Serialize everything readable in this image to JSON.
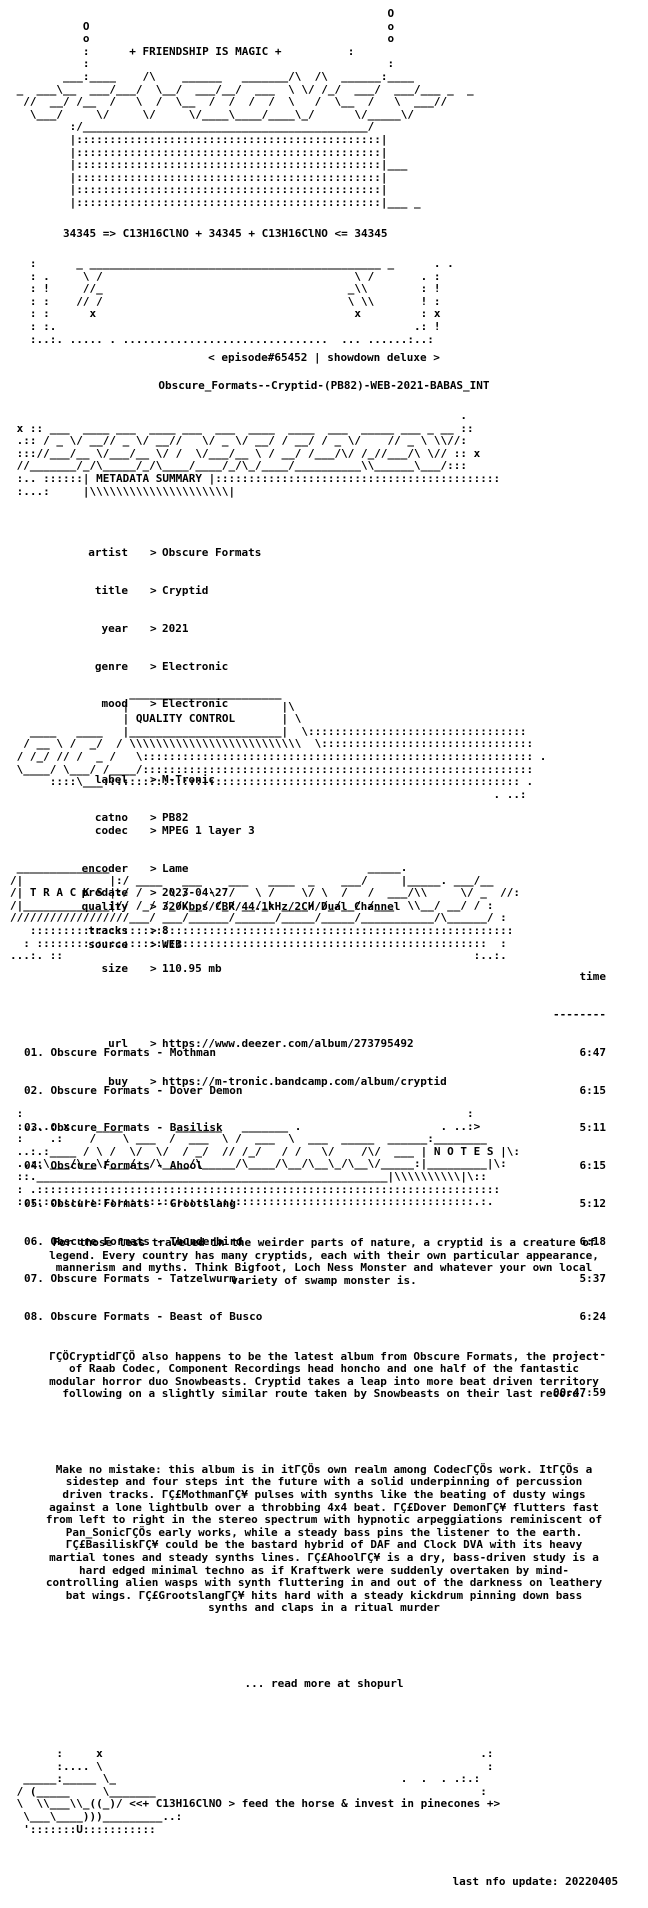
{
  "header": {
    "tagline": "+ FRIENDSHIP IS MAGIC +",
    "formula": "34345 => C13H16ClNO + 34345 + C13H16ClNO <= 34345"
  },
  "episode": "< episode#65452 | showdown deluxe >",
  "release_name": "Obscure_Formats--Cryptid-(PB82)-WEB-2021-BABAS_INT",
  "sections": {
    "metadata": "METADATA SUMMARY",
    "quality": "QUALITY CONTROL",
    "tracks": "T R A C K S",
    "notes": "N O T E S"
  },
  "metadata": {
    "artist": "Obscure Formats",
    "title": "Cryptid",
    "year": "2021",
    "genre": "Electronic",
    "mood": "Electronic",
    "label": "M-Tronic",
    "catno": "PB82",
    "predate": "2023-04-27",
    "tracks": "8",
    "size": "110.95 mb",
    "url": "https://www.deezer.com/album/273795492",
    "buy": "https://m-tronic.bandcamp.com/album/cryptid"
  },
  "quality": {
    "codec": "MPEG 1 layer 3",
    "encoder": "Lame",
    "quality": "320Kbps/CBR/44.1kHz/2CH/Dual Channel",
    "source": "WEB"
  },
  "tracklist": {
    "time_header": "time",
    "items": [
      {
        "name": "01. Obscure Formats - Mothman",
        "time": "6:47"
      },
      {
        "name": "02. Obscure Formats - Dover Demon",
        "time": "6:15"
      },
      {
        "name": "03. Obscure Formats - Basilisk",
        "time": "5:11"
      },
      {
        "name": "04. Obscure Formats - Ahool",
        "time": "6:15"
      },
      {
        "name": "05. Obscure Formats - Grootslang",
        "time": "5:12"
      },
      {
        "name": "06. Obscure Formats - Thunderbird",
        "time": "6:18"
      },
      {
        "name": "07. Obscure Formats - Tatzelwurm",
        "time": "5:37"
      },
      {
        "name": "08. Obscure Formats - Beast of Busco",
        "time": "6:24"
      }
    ],
    "total": "00:47:59"
  },
  "notes": {
    "p1": "For those less traveled in the weirder parts of nature, a cryptid is a creature of legend. Every country has many cryptids, each with their own particular appearance, mannerism and myths. Think Bigfoot, Loch Ness Monster and whatever your own local variety of swamp monster is.",
    "p2": "ΓÇÖCryptidΓÇÖ also happens to be the latest album from Obscure Formats, the project of Raab Codec, Component Recordings head honcho and one half of the fantastic modular horror duo Snowbeasts. Cryptid takes a leap into more beat driven territory following on a slightly similar route taken by Snowbeasts on their last record.",
    "p3": "Make no mistake: this album is in itΓÇÖs own realm among CodecΓÇÖs work. ItΓÇÖs a sidestep and four steps int the future with a solid underpinning of percussion driven tracks. ΓÇ£MothmanΓÇ¥ pulses with synths like the beating of dusty wings against a lone lightbulb over a throbbing 4x4 beat. ΓÇ£Dover DemonΓÇ¥ flutters fast from left to right in the stereo spectrum with hypnotic arpeggiations reminiscent of Pan_SonicΓÇÖs early works, while a steady bass pins the listener to the earth. ΓÇ£BasiliskΓÇ¥ could be the bastard hybrid of DAF and Clock DVA with its heavy martial tones and steady synths lines. ΓÇ£AhoolΓÇ¥ is a dry, bass-driven study is a hard edged minimal techno as if Kraftwerk were suddenly overtaken by mind-controlling alien wasps with synth fluttering in and out of the darkness on leathery bat wings. ΓÇ£GrootslangΓÇ¥ hits hard with a steady kickdrum pinning down bass synths and claps in a ritual murder",
    "more": "... read more at shopurl"
  },
  "footer": {
    "slogan": "<<+ C13H16ClNO > feed the horse & invest in pinecones +>",
    "update": "last nfo update: 20220405"
  }
}
